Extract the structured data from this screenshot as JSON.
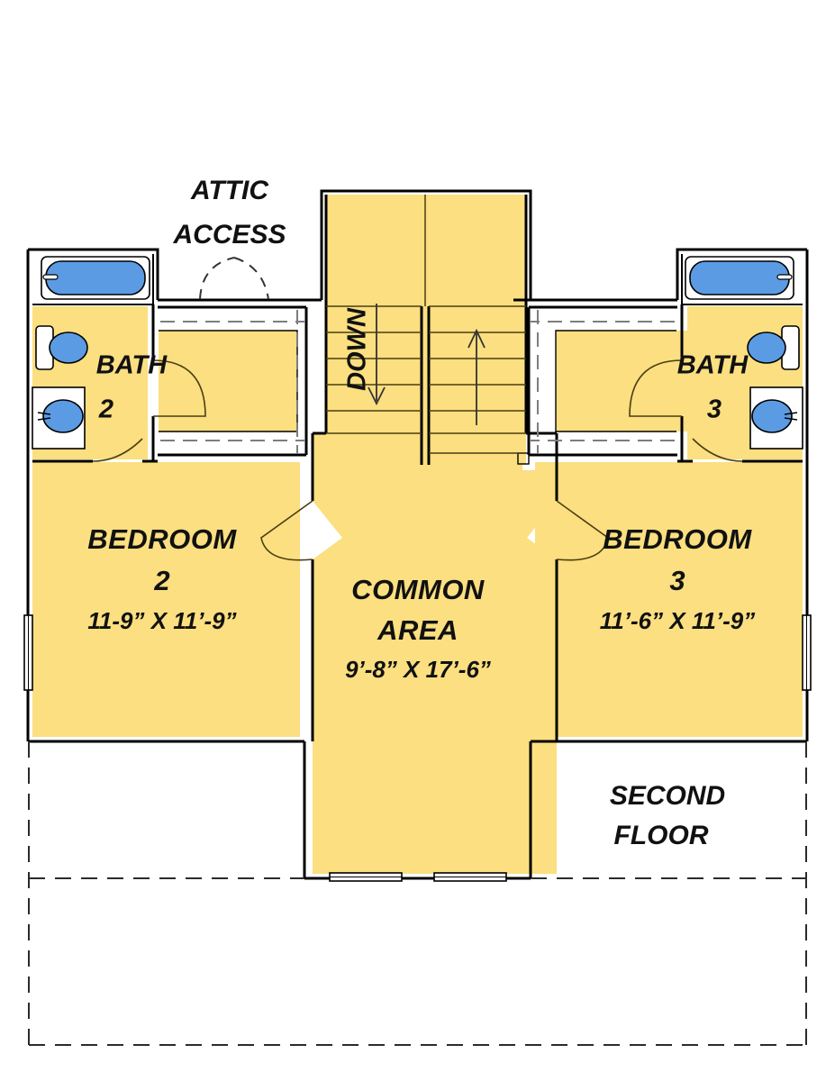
{
  "plan": {
    "title": "SECOND FLOOR",
    "colors": {
      "room_fill": "#fbdf80",
      "fixture_fill": "#5b9be3",
      "wall": "#000000",
      "background": "#ffffff"
    },
    "annotations": {
      "attic_access_line1": "ATTIC",
      "attic_access_line2": "ACCESS",
      "stair_direction": "DOWN",
      "floor_label_line1": "SECOND",
      "floor_label_line2": "FLOOR"
    },
    "rooms": [
      {
        "id": "bedroom-2",
        "name": "BEDROOM",
        "number": "2",
        "dimensions": "11-9” X 11’-9”"
      },
      {
        "id": "bedroom-3",
        "name": "BEDROOM",
        "number": "3",
        "dimensions": "11’-6” X 11’-9”"
      },
      {
        "id": "common-area",
        "name_line1": "COMMON",
        "name_line2": "AREA",
        "dimensions": "9’-8” X 17’-6”"
      },
      {
        "id": "bath-2",
        "name": "BATH",
        "number": "2"
      },
      {
        "id": "bath-3",
        "name": "BATH",
        "number": "3"
      }
    ],
    "fixtures": [
      {
        "id": "bathtub-left",
        "type": "bathtub"
      },
      {
        "id": "toilet-left",
        "type": "toilet"
      },
      {
        "id": "sink-left",
        "type": "sink"
      },
      {
        "id": "bathtub-right",
        "type": "bathtub"
      },
      {
        "id": "toilet-right",
        "type": "toilet"
      },
      {
        "id": "sink-right",
        "type": "sink"
      }
    ]
  }
}
